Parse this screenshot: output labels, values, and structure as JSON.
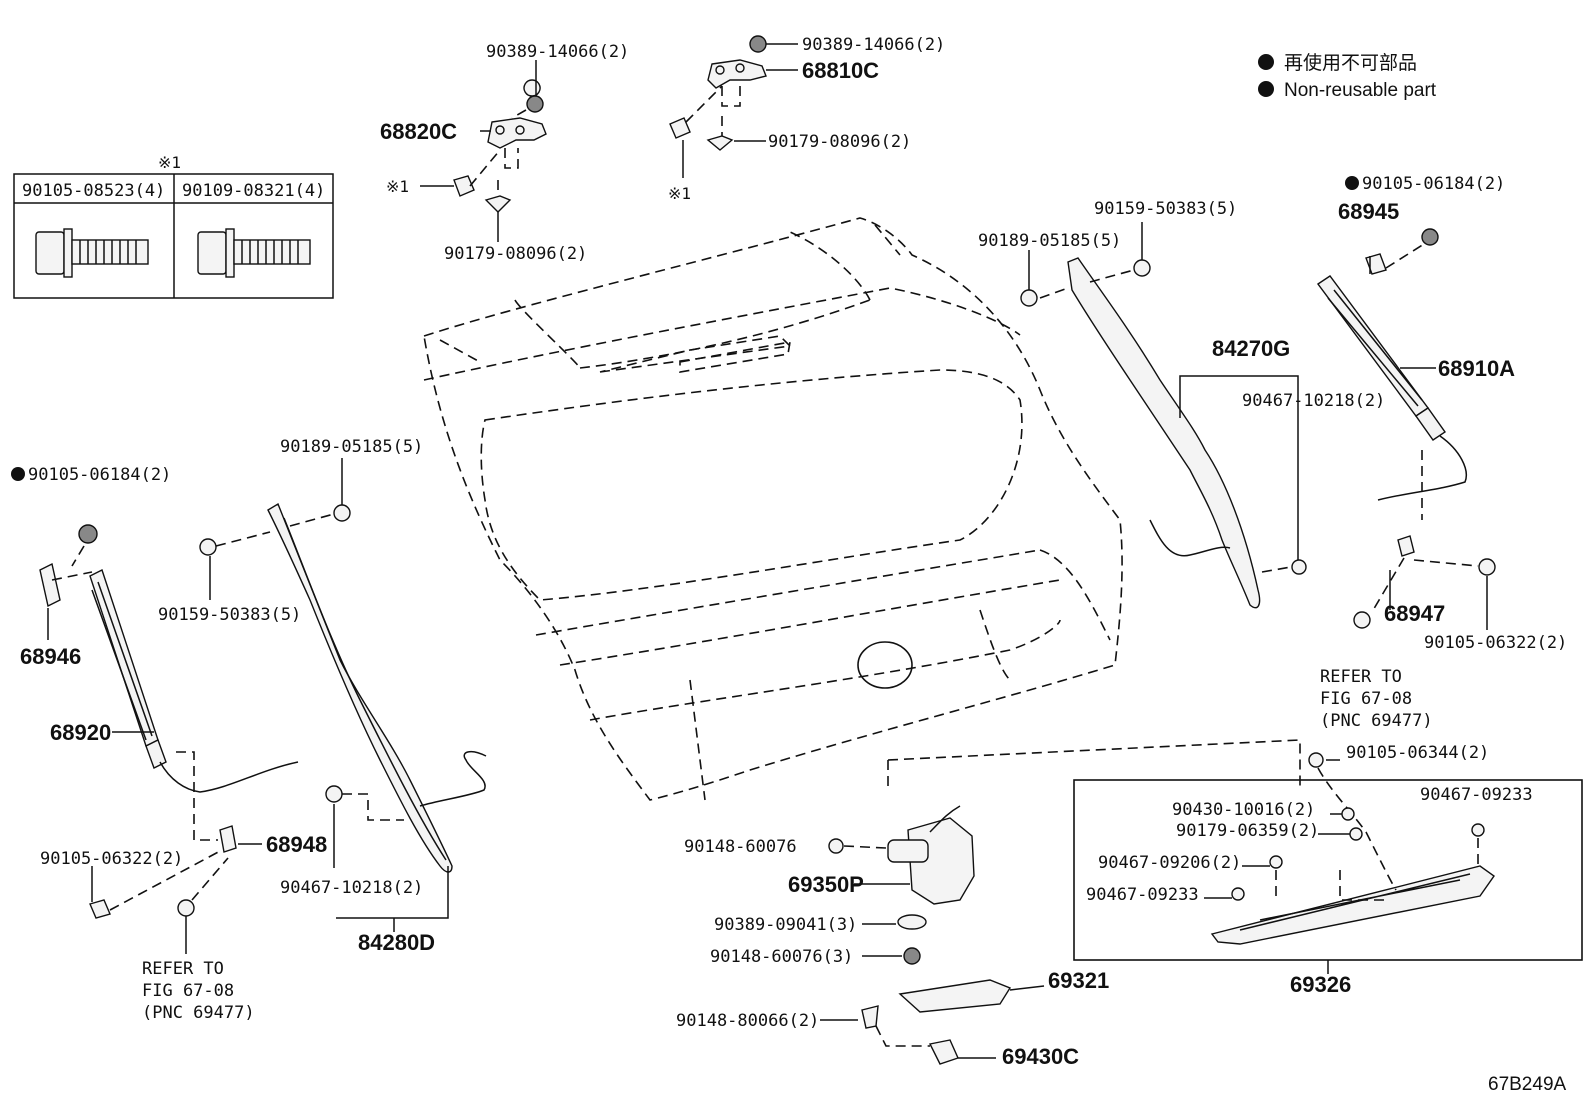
{
  "legend": {
    "jp": "再使用不可部品",
    "en": "Non-reusable part"
  },
  "bolt_table": {
    "marker": "※1",
    "col1": "90105-08523(4)",
    "col2": "90109-08321(4)"
  },
  "markers": {
    "x1": "※1"
  },
  "labels": {
    "p90389_14066_a": "90389-14066(2)",
    "p90389_14066_b": "90389-14066(2)",
    "p68810C": "68810C",
    "p68820C": "68820C",
    "p90179_08096_a": "90179-08096(2)",
    "p90179_08096_b": "90179-08096(2)",
    "p90159_50383_a": "90159-50383(5)",
    "p90189_05185_a": "90189-05185(5)",
    "p84270G": "84270G",
    "p90467_10218_a": "90467-10218(2)",
    "p90105_06184_a": "90105-06184(2)",
    "p68945": "68945",
    "p68910A": "68910A",
    "p68947": "68947",
    "p90105_06322_a": "90105-06322(2)",
    "refer_right": [
      "REFER TO",
      "FIG 67-08",
      "(PNC 69477)"
    ],
    "p90105_06344": "90105-06344(2)",
    "p90430_10016": "90430-10016(2)",
    "p90467_09233_a": "90467-09233",
    "p90179_06359": "90179-06359(2)",
    "p90467_09206": "90467-09206(2)",
    "p90467_09233_b": "90467-09233",
    "p69326": "69326",
    "p90105_06184_b": "90105-06184(2)",
    "p68946": "68946",
    "p68920": "68920",
    "p90105_06322_b": "90105-06322(2)",
    "p68948": "68948",
    "refer_left": [
      "REFER TO",
      "FIG 67-08",
      "(PNC 69477)"
    ],
    "p90189_05185_b": "90189-05185(5)",
    "p90159_50383_b": "90159-50383(5)",
    "p90467_10218_b": "90467-10218(2)",
    "p84280D": "84280D",
    "p90148_60076_a": "90148-60076",
    "p69350P": "69350P",
    "p90389_09041": "90389-09041(3)",
    "p90148_60076_b": "90148-60076(3)",
    "p69321": "69321",
    "p90148_80066": "90148-80066(2)",
    "p69430C": "69430C",
    "figure_id": "67B249A"
  },
  "colors": {
    "ink": "#111111",
    "fill": "#f4f4f4"
  }
}
